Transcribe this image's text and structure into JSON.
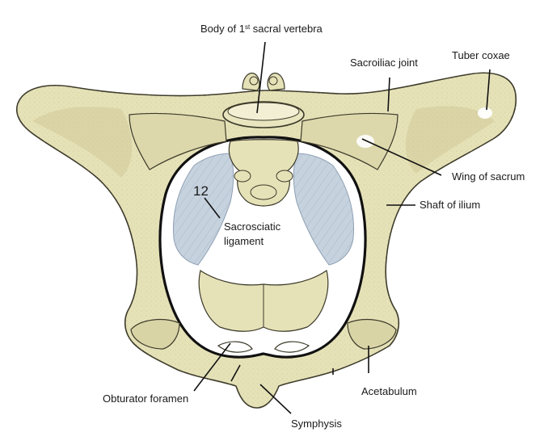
{
  "figure_number": "12",
  "labels": {
    "body_sacral": {
      "before": "Body of 1",
      "sup": "st",
      "after": " sacral vertebra"
    },
    "sacroiliac_joint": "Sacroiliac joint",
    "tuber_coxae": "Tuber coxae",
    "wing_of_sacrum": "Wing of sacrum",
    "shaft_of_ilium": "Shaft of ilium",
    "sacrosciatic_ligament_line1": "Sacrosciatic",
    "sacrosciatic_ligament_line2": "ligament",
    "obturator_foramen": "Obturator foramen",
    "acetabulum": "Acetabulum",
    "symphysis": "Symphysis"
  },
  "colors": {
    "bone_fill": "#e6e2b8",
    "bone_shade": "#cfc898",
    "bone_outline": "#3c3a2a",
    "ligament_fill": "#c6d2de",
    "ligament_stroke": "#8ea0b4",
    "leader_line": "#111111"
  }
}
